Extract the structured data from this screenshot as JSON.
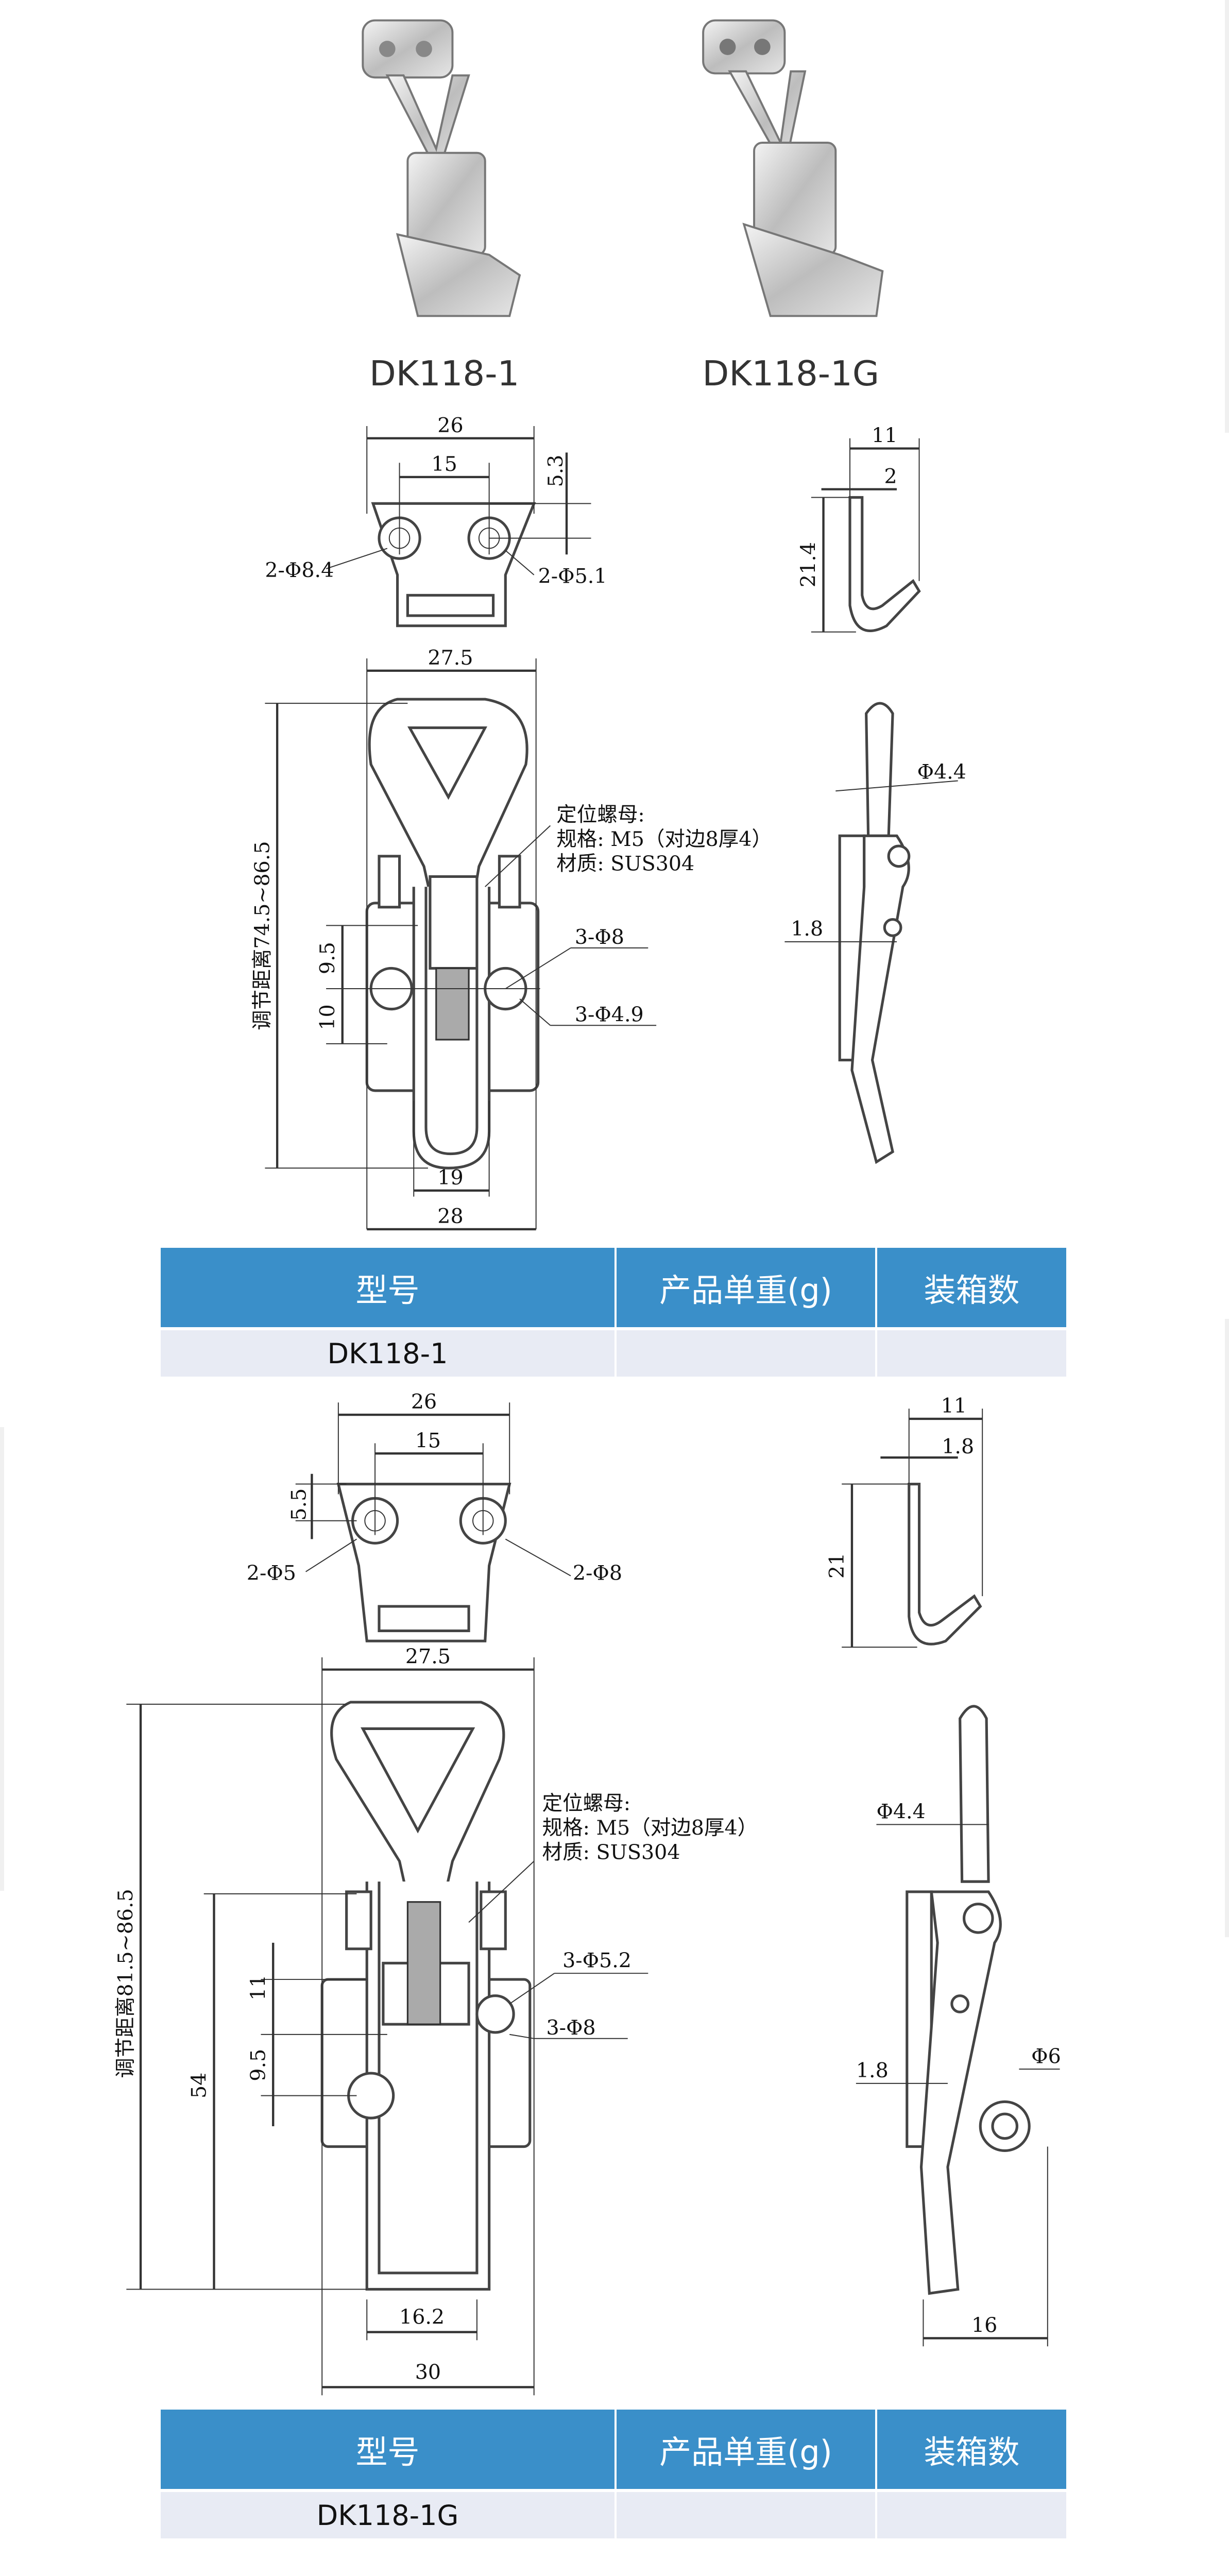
{
  "products": [
    {
      "model": "DK118-1"
    },
    {
      "model": "DK118-1G"
    }
  ],
  "drawing1": {
    "top_view": {
      "w": "26",
      "pitch": "15",
      "h": "5.3",
      "hole_left": "2-Φ8.4",
      "hole_right": "2-Φ5.1"
    },
    "hook_side": {
      "w": "11",
      "t": "2",
      "h": "21.4"
    },
    "front_view": {
      "width_top": "27.5",
      "adjust": "调节距离74.5~86.5",
      "d1": "9.5",
      "d2": "10",
      "holes_a": "3-Φ8",
      "holes_b": "3-Φ4.9",
      "inner_w": "19",
      "base_w": "28",
      "note": [
        "定位螺母:",
        "规格: M5（对边8厚4）",
        "材质: SUS304"
      ]
    },
    "side_view": {
      "rod": "Φ4.4",
      "thk": "1.8"
    }
  },
  "drawing2": {
    "top_view": {
      "w": "26",
      "pitch": "15",
      "h": "5.5",
      "hole_left": "2-Φ5",
      "hole_right": "2-Φ8"
    },
    "hook_side": {
      "w": "11",
      "t": "1.8",
      "h": "21"
    },
    "front_view": {
      "width_top": "27.5",
      "adjust": "调节距离81.5~86.5",
      "d0": "54",
      "d1": "11",
      "d2": "9.5",
      "holes_a": "3-Φ5.2",
      "holes_b": "3-Φ8",
      "inner_w": "16.2",
      "base_w": "30",
      "note": [
        "定位螺母:",
        "规格: M5（对边8厚4）",
        "材质: SUS304"
      ]
    },
    "side_view": {
      "rod": "Φ4.4",
      "thk": "1.8",
      "pin": "Φ6",
      "depth": "16"
    }
  },
  "table_headers": [
    "型号",
    "产品单重(g)",
    "装箱数"
  ],
  "tables": [
    {
      "row": [
        "DK118-1",
        "",
        ""
      ]
    },
    {
      "row": [
        "DK118-1G",
        "",
        ""
      ]
    }
  ]
}
